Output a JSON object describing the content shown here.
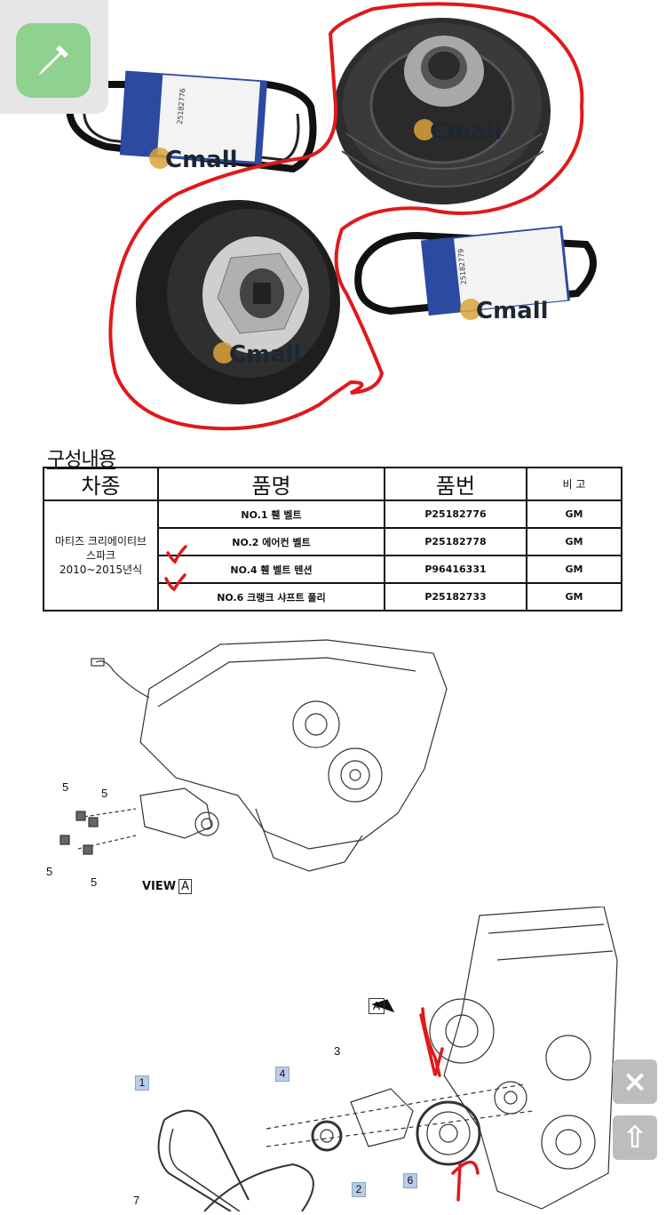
{
  "photo": {
    "watermark": "Cmall",
    "belt_label_code": "25182776",
    "belt_label_code_2": "25182779"
  },
  "table": {
    "section_title": "구성내용",
    "headers": [
      "차종",
      "품명",
      "품번",
      "비 고"
    ],
    "car_model": [
      "마티즈 크리에이티브",
      "스파크",
      "2010~2015년식"
    ],
    "rows": [
      {
        "name": "NO.1 휀 벨트",
        "part": "P25182776",
        "note": "GM"
      },
      {
        "name": "NO.2 에어컨 벨트",
        "part": "P25182778",
        "note": "GM"
      },
      {
        "name": "NO.4 휀 벨트 텐션",
        "part": "P96416331",
        "note": "GM"
      },
      {
        "name": "NO.6 크랭크 샤프트 풀리",
        "part": "P25182733",
        "note": "GM"
      }
    ]
  },
  "diagram1": {
    "bolt_labels": [
      "5",
      "5",
      "5",
      "5"
    ],
    "view_text": "VIEW",
    "view_box": "A"
  },
  "diagram2": {
    "arrow_label": "A",
    "callouts": [
      "1",
      "4",
      "3",
      "2",
      "6",
      "7"
    ]
  },
  "buttons": {
    "close_icon": "×",
    "up_icon": "⇧"
  },
  "colors": {
    "annotation_red": "#e0191b",
    "callout_blue": "#b8cde6",
    "belt_label_blue": "#2b4aa0"
  }
}
